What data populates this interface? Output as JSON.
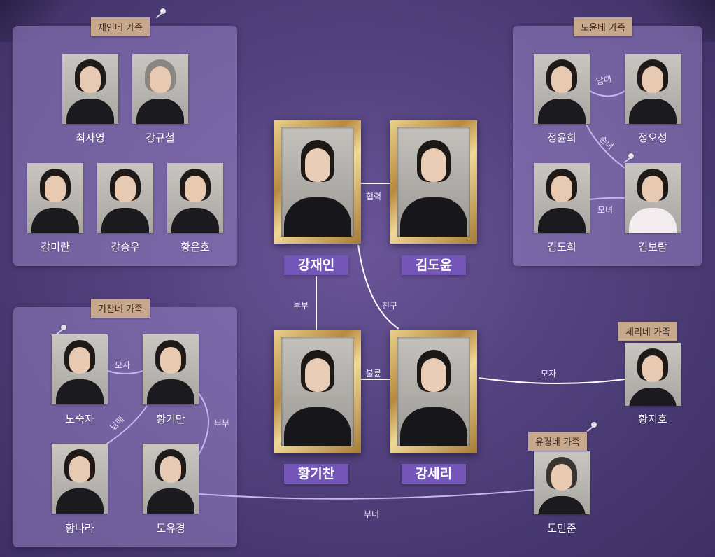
{
  "groups": {
    "jaein": "재인네 가족",
    "doyun": "도윤네 가족",
    "gichan": "기찬네 가족",
    "seri": "세리네 가족",
    "yugyeong": "유경네 가족"
  },
  "people": {
    "choi_jayeong": "최자영",
    "kang_gyucheol": "강규철",
    "kang_miran": "강미란",
    "kang_seungwoo": "강승우",
    "hwang_eunho": "황은호",
    "jung_yunhee": "정윤희",
    "jung_oseong": "정오성",
    "kim_dohee": "김도희",
    "kim_boram": "김보람",
    "no_sukja": "노숙자",
    "hwang_giman": "황기만",
    "hwang_nara": "황나라",
    "do_yugyeong": "도유경",
    "hwang_jiho": "황지호",
    "do_minjun": "도민준"
  },
  "main": {
    "kang_jaein": "강재인",
    "kim_doyun": "김도윤",
    "hwang_gichan": "황기찬",
    "kang_seri": "강세리"
  },
  "relations": {
    "hyeomnyeok": "협력",
    "bubu": "부부",
    "chingu": "친구",
    "bullyun": "불륜",
    "moja": "모자",
    "nammae": "남매",
    "monyeo": "모녀",
    "sonnyeo": "손녀",
    "bunyeo": "부녀"
  },
  "colors": {
    "background": "#52417e",
    "panel": "#9682c3",
    "tag": "#c7a88c",
    "name_plate": "#7356b8",
    "frame_gold": "#c9a050",
    "line": "#ffffff",
    "highlight_line": "#c9b5f0"
  }
}
